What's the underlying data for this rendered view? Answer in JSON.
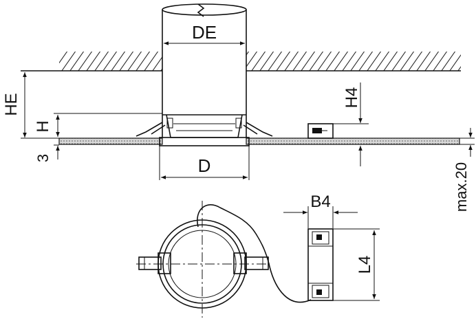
{
  "dimensions": {
    "de": "DE",
    "he": "HE",
    "h": "H",
    "three": "3",
    "d": "D",
    "h4": "H4",
    "max20": "max.20",
    "b4": "B4",
    "l4": "L4"
  },
  "colors": {
    "line": "#111111",
    "background": "#ffffff",
    "panel_fill": "#bdbdbd"
  }
}
